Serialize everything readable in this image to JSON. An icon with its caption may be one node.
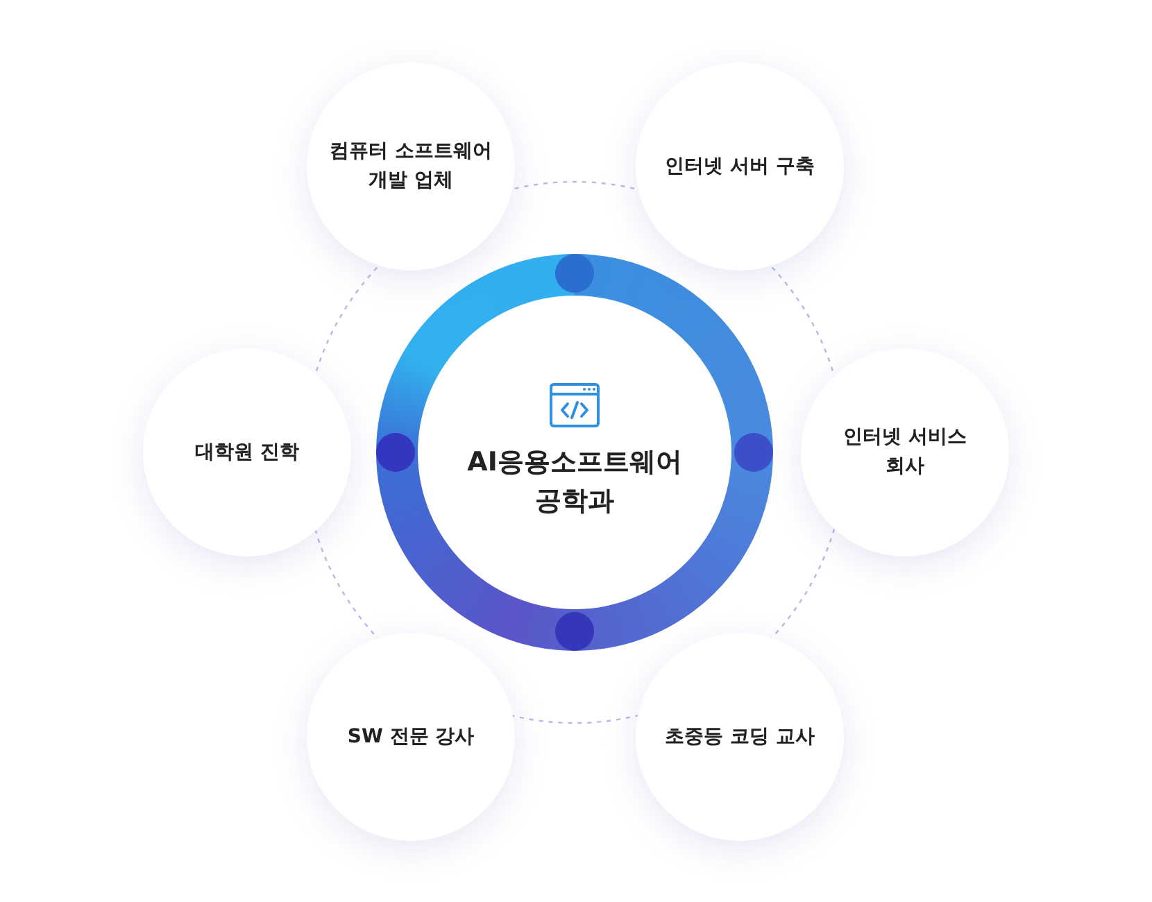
{
  "diagram": {
    "nodes": [
      {
        "text": [
          "컴퓨터 소프트웨어 개발 업체"
        ]
      },
      {
        "text": [
          "인터넷 서버 구축"
        ]
      },
      {
        "text": [
          "대학원 진학"
        ]
      },
      {
        "text": [
          "AI응용소프트웨어 공학과"
        ]
      },
      {
        "text": [
          "인터넷 서비스 회사"
        ]
      },
      {
        "text": [
          "SW 전문 강사"
        ]
      },
      {
        "text": [
          "초중등 코딩 교사"
        ]
      }
    ]
  }
}
